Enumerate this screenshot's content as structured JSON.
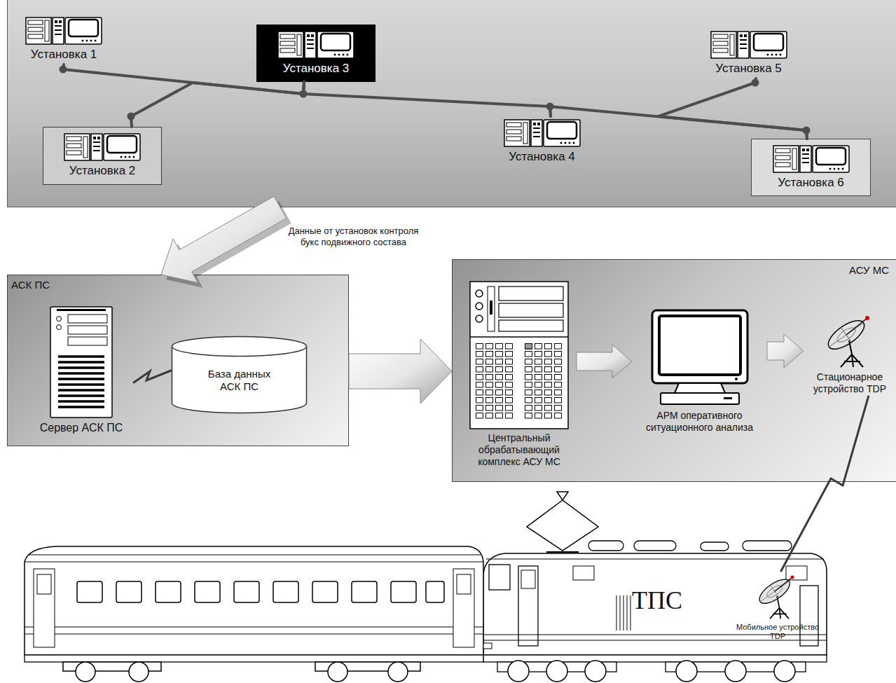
{
  "diagram": {
    "nodes": [
      {
        "text": []
      },
      {
        "text": [
          "Установка 1"
        ],
        "in": 0
      },
      {
        "text": [
          "Установка 2"
        ],
        "in": 0
      },
      {
        "text": [
          "Установка 3"
        ],
        "in": 0
      },
      {
        "text": [
          "Установка 4"
        ],
        "in": 0
      },
      {
        "text": [
          "Установка 5"
        ],
        "in": 0
      },
      {
        "text": [
          "Установка 6"
        ],
        "in": 0
      },
      {
        "text": [
          "АСК ПС"
        ]
      },
      {
        "text": [
          "Сервер АСК ПС"
        ],
        "in": 7
      },
      {
        "text": [
          "База данных АСК ПС"
        ],
        "in": 7
      },
      {
        "text": [
          "АСУ МС"
        ]
      },
      {
        "text": [
          "Центральный обрабатывающий комплекс АСУ МС"
        ],
        "in": 10
      },
      {
        "text": [
          "АРМ оперативного ситуационного анализа"
        ],
        "in": 10
      },
      {
        "text": [
          "Стационарное устройство TDP"
        ],
        "in": 10
      },
      {
        "text": [
          "ТПС"
        ]
      },
      {
        "text": [
          "Мобильное устройство TDP"
        ],
        "in": 14
      }
    ],
    "edges": [
      {
        "from": 1,
        "to": 3,
        "arrow": "none"
      },
      {
        "from": 2,
        "to": 3,
        "arrow": "none"
      },
      {
        "from": 3,
        "to": 4,
        "arrow": "none"
      },
      {
        "from": 4,
        "to": 6,
        "arrow": "none"
      },
      {
        "from": 5,
        "to": 6,
        "arrow": "none"
      },
      {
        "from": 0,
        "to": 7,
        "arrow": "to",
        "label": "Данные от установок контроля букс подвижного состава"
      },
      {
        "from": 8,
        "to": 9,
        "arrow": "none"
      },
      {
        "from": 7,
        "to": 10,
        "arrow": "to"
      },
      {
        "from": 11,
        "to": 12,
        "arrow": "to"
      },
      {
        "from": 12,
        "to": 13,
        "arrow": "to"
      },
      {
        "from": 13,
        "to": 15,
        "arrow": "none"
      }
    ]
  }
}
